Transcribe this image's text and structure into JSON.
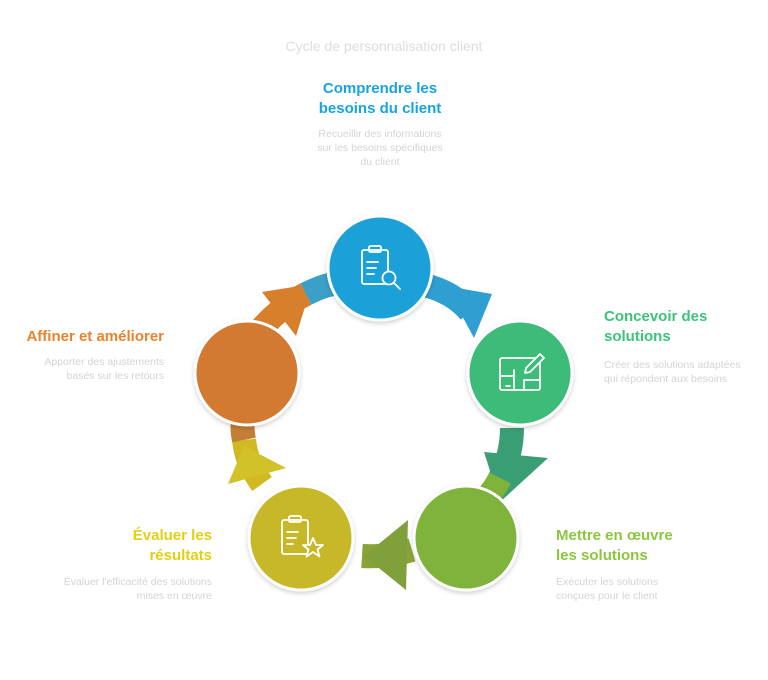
{
  "title": "Cycle de personnalisation client",
  "stages": [
    {
      "title": "Comprendre les besoins du client",
      "description": "Recueillir des informations sur les besoins spécifiques du client",
      "color": "#1aa0d8",
      "label_color": "#17a4e0",
      "icon": "clipboard-search-icon"
    },
    {
      "title": "Concevoir des solutions",
      "description": "Créer des solutions adaptées qui répondent aux besoins",
      "color": "#3dbb78",
      "label_color": "#3cc47a",
      "icon": "design-board-icon"
    },
    {
      "title": "Mettre en œuvre les solutions",
      "description": "Exécuter les solutions conçues pour le client",
      "color": "#7fb33a",
      "label_color": "#8cc63f",
      "icon": ""
    },
    {
      "title": "Évaluer les résultats",
      "description": "Évaluer l'efficacité des solutions mises en œuvre",
      "color": "#c7b82a",
      "label_color": "#e3cf12",
      "icon": "clipboard-star-icon"
    },
    {
      "title": "Affiner et améliorer",
      "description": "Apporter des ajustements basés sur les retours",
      "color": "#d27a30",
      "label_color": "#e8832d",
      "icon": ""
    }
  ]
}
